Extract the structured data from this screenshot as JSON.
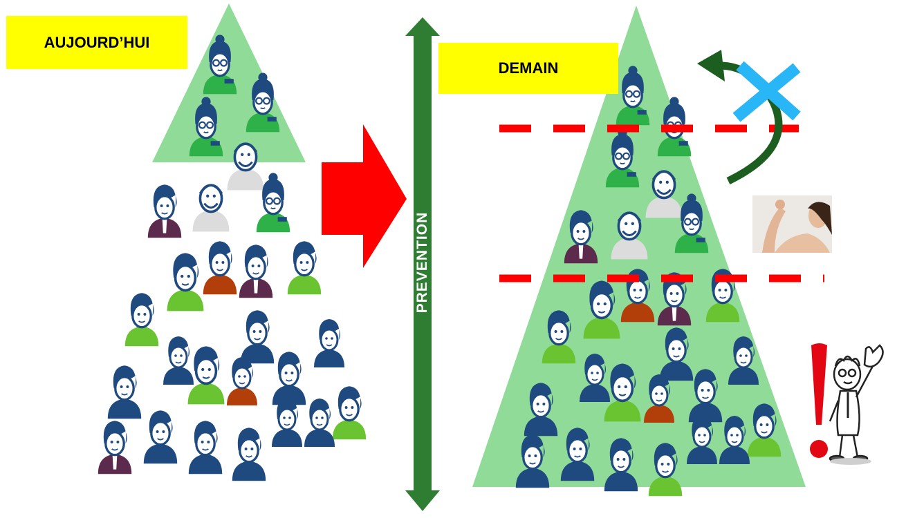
{
  "labels": {
    "today": "AUJOURD’HUI",
    "tomorrow": "DEMAIN",
    "axis": "PREVENTION"
  },
  "colors": {
    "highlight": "#ffff00",
    "pyramid_green": "#8fdb97",
    "axis_green": "#2e7d32",
    "transition_arrow": "#ff0000",
    "threshold_line": "#ff0000",
    "cross": "#29b6f6",
    "curve_arrow": "#1b5e20",
    "person_navy": "#1f4a7f",
    "person_green": "#6ac431",
    "person_purple": "#5b2a4c",
    "person_orange": "#b23f0a"
  },
  "icons": [
    "people-crowd-icon",
    "transition-arrow-icon",
    "prevention-axis-icon",
    "blocked-cross-icon",
    "curved-return-arrow-icon",
    "strong-woman-photo",
    "warning-exclamation-icon",
    "thinking-man-icon"
  ]
}
